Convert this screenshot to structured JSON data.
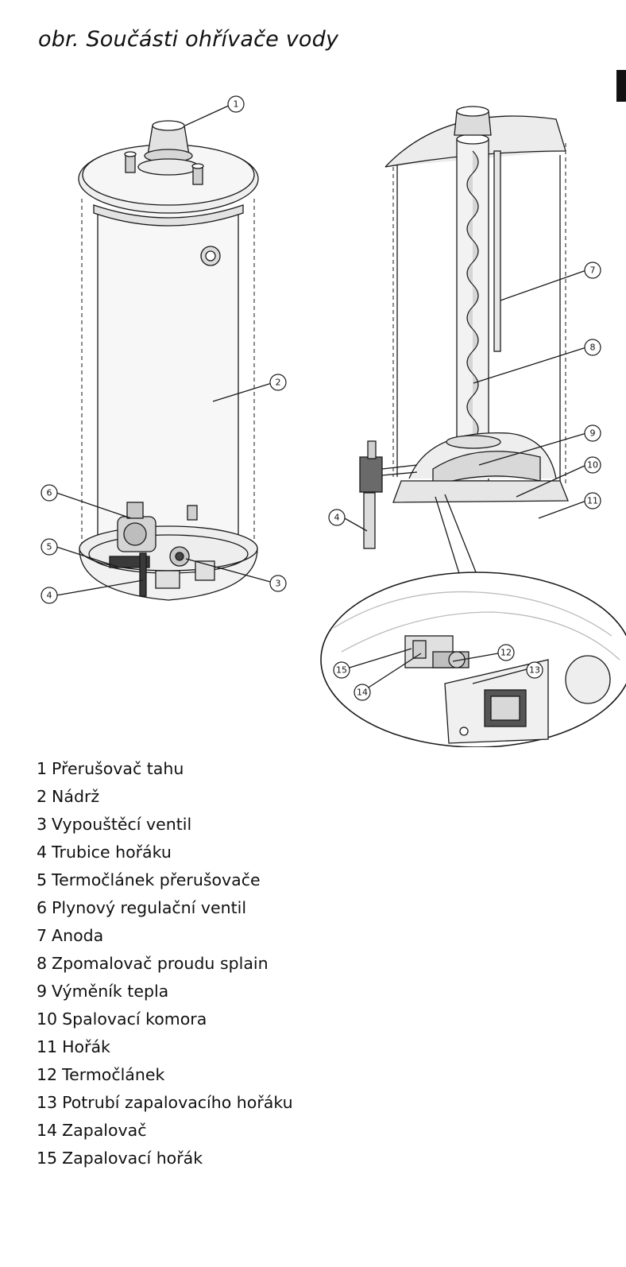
{
  "title": "obr. Součásti ohřívače vody",
  "legend": [
    {
      "num": "1",
      "label": "Přerušovač tahu"
    },
    {
      "num": "2",
      "label": "Nádrž"
    },
    {
      "num": "3",
      "label": "Vypouštěcí ventil"
    },
    {
      "num": "4",
      "label": "Trubice hořáku"
    },
    {
      "num": "5",
      "label": "Termočlánek přerušovače"
    },
    {
      "num": "6",
      "label": "Plynový regulační ventil"
    },
    {
      "num": "7",
      "label": "Anoda"
    },
    {
      "num": "8",
      "label": "Zpomalovač proudu splain"
    },
    {
      "num": "9",
      "label": "Výměník tepla"
    },
    {
      "num": "10",
      "label": "Spalovací komora"
    },
    {
      "num": "11",
      "label": "Hořák"
    },
    {
      "num": "12",
      "label": "Termočlánek"
    },
    {
      "num": "13",
      "label": "Potrubí zapalovacího hořáku"
    },
    {
      "num": "14",
      "label": "Zapalovač"
    },
    {
      "num": "15",
      "label": "Zapalovací hořák"
    }
  ],
  "callouts": {
    "c1": "1",
    "c2": "2",
    "c3": "3",
    "c4a": "4",
    "c5": "5",
    "c6": "6",
    "c4b": "4",
    "c7": "7",
    "c8": "8",
    "c9": "9",
    "c10": "10",
    "c11": "11",
    "c12": "12",
    "c13": "13",
    "c14": "14",
    "c15": "15"
  },
  "colors": {
    "line": "#1a1a1a",
    "fill": "#f4f4f4",
    "shade": "#d8d8d8",
    "dark": "#555555"
  }
}
